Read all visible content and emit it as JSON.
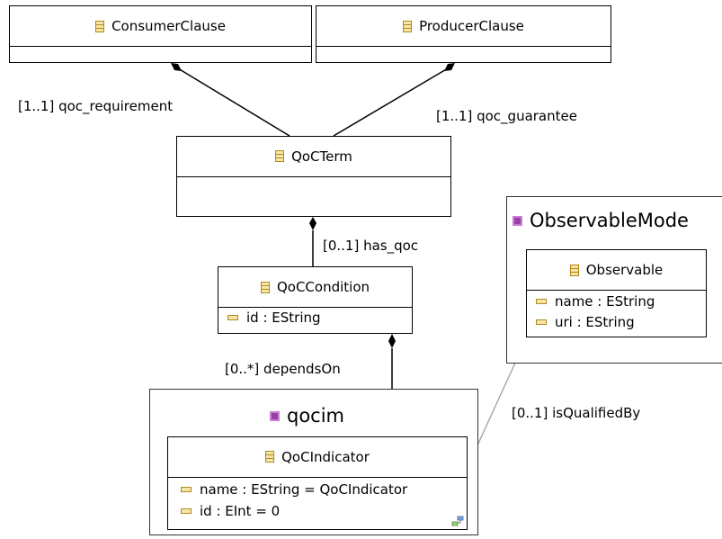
{
  "classes": {
    "consumer_clause": {
      "name": "ConsumerClause"
    },
    "producer_clause": {
      "name": "ProducerClause"
    },
    "qoc_term": {
      "name": "QoCTerm"
    },
    "qoc_condition": {
      "name": "QoCCondition",
      "attributes": [
        "id : EString"
      ]
    },
    "observable": {
      "name": "Observable",
      "attributes": [
        "name : EString",
        "uri : EString"
      ]
    },
    "qoc_indicator": {
      "name": "QoCIndicator",
      "attributes": [
        "name : EString = QoCIndicator",
        "id : EInt = 0"
      ]
    }
  },
  "packages": {
    "observable_model": {
      "name": "ObservableMode"
    },
    "qocim": {
      "name": "qocim"
    }
  },
  "references": {
    "qoc_requirement": "[1..1] qoc_requirement",
    "qoc_guarantee": "[1..1] qoc_guarantee",
    "has_qoc": "[0..1] has_qoc",
    "depends_on": "[0..*] dependsOn",
    "is_qualified_by": "[0..1] isQualifiedBy"
  },
  "colors": {
    "class_icon": "#b08a1e",
    "class_icon_fill": "#f5e6a8",
    "package_icon": "#9b3fa8",
    "reference_line": "#000000",
    "qualified_line": "#a0a0a0"
  }
}
